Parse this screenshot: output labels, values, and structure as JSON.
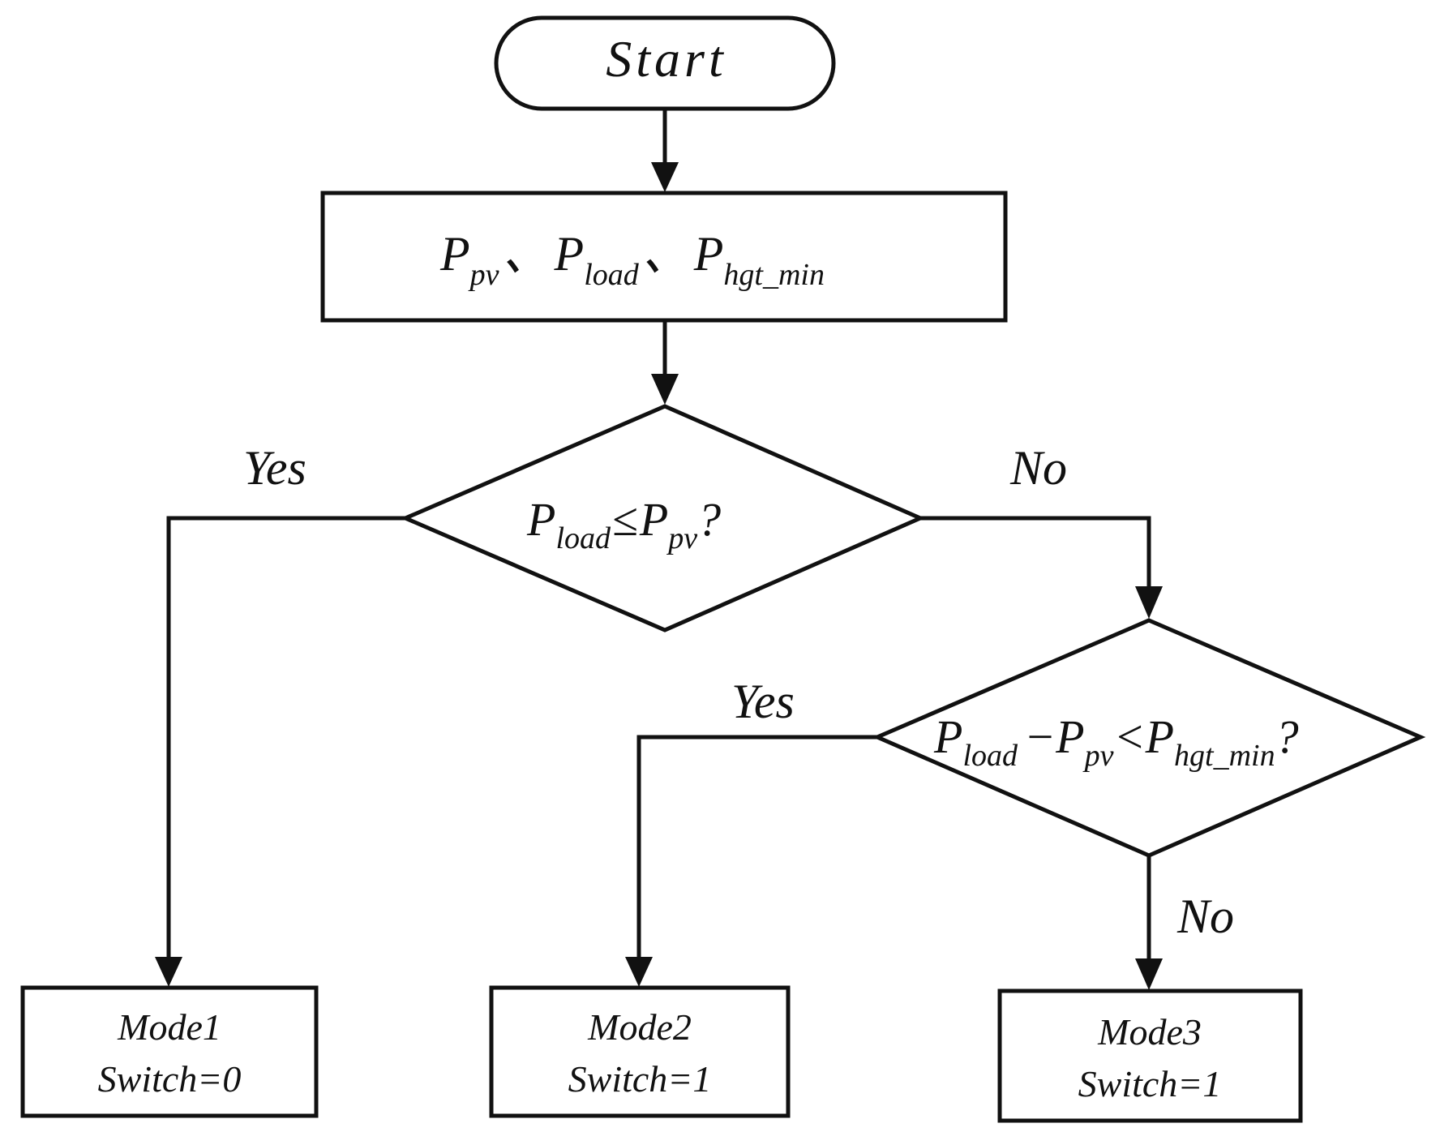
{
  "flowchart": {
    "start": {
      "label": "Start"
    },
    "inputs": {
      "p1": {
        "main": "P",
        "sub": "pv"
      },
      "sep1": "、",
      "p2": {
        "main": "P",
        "sub": "load"
      },
      "sep2": "、",
      "p3": {
        "main": "P",
        "sub": "hgt_min"
      }
    },
    "decision1": {
      "lhs": {
        "main": "P",
        "sub": "load"
      },
      "op": "≤",
      "rhs": {
        "main": "P",
        "sub": "pv"
      },
      "q": "?",
      "yes_label": "Yes",
      "no_label": "No"
    },
    "decision2": {
      "a": {
        "main": "P",
        "sub": "load"
      },
      "minus": "−",
      "b": {
        "main": "P",
        "sub": "pv"
      },
      "lt": "<",
      "c": {
        "main": "P",
        "sub": "hgt_min"
      },
      "q": "?",
      "yes_label": "Yes",
      "no_label": "No"
    },
    "modes": [
      {
        "name": "Mode1",
        "switch": "Switch=0"
      },
      {
        "name": "Mode2",
        "switch": "Switch=1"
      },
      {
        "name": "Mode3",
        "switch": "Switch=1"
      }
    ]
  }
}
